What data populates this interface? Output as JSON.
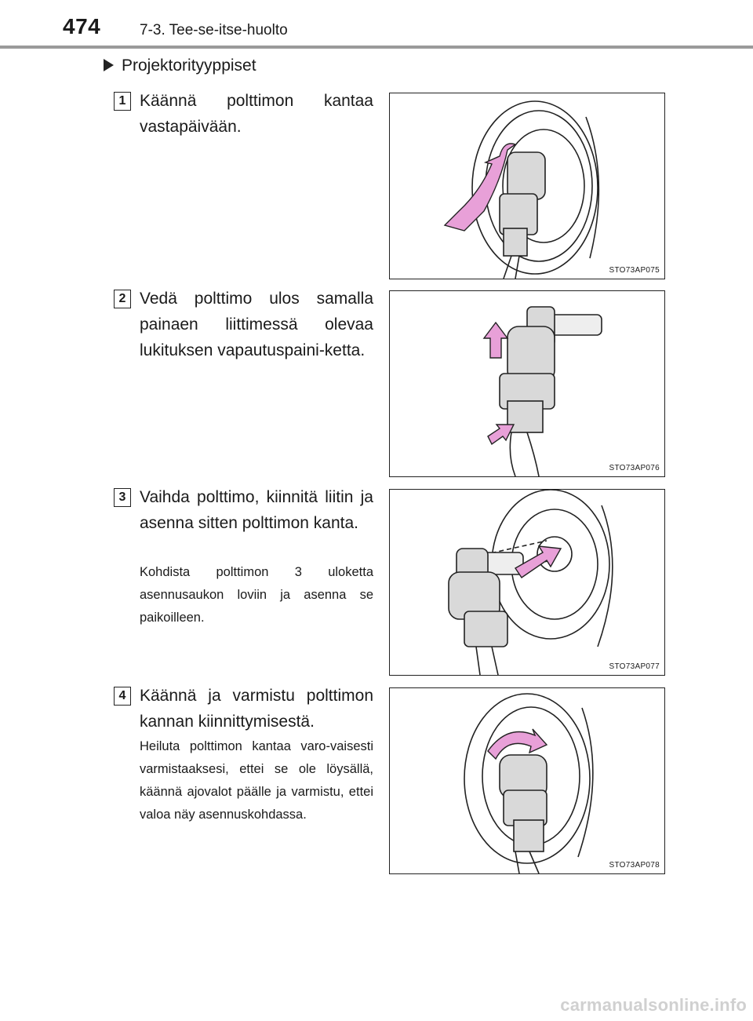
{
  "header": {
    "page_number": "474",
    "section": "7-3. Tee-se-itse-huolto"
  },
  "subheading": "Projektorityyppiset",
  "steps": [
    {
      "number": "1",
      "text": "Käännä polttimon kantaa vastapäivään.",
      "note": "",
      "figure_code": "STO73AP075"
    },
    {
      "number": "2",
      "text": "Vedä polttimo ulos samalla painaen liittimessä olevaa lukituksen vapautuspaini-ketta.",
      "note": "",
      "figure_code": "STO73AP076"
    },
    {
      "number": "3",
      "text": "Vaihda polttimo, kiinnitä liitin ja asenna sitten polttimon kanta.",
      "note": "Kohdista polttimon 3 uloketta asennusaukon loviin ja asenna se paikoilleen.",
      "figure_code": "STO73AP077"
    },
    {
      "number": "4",
      "text": "Käännä ja varmistu polttimon kannan kiinnittymisestä.",
      "note": "Heiluta polttimon kantaa varo-vaisesti varmistaaksesi, ettei se ole löysällä, käännä ajovalot päälle ja varmistu, ettei valoa näy asennuskohdassa.",
      "figure_code": "STO73AP078"
    }
  ],
  "watermark": "carmanualsonline.info",
  "colors": {
    "arrow": "#e8a0d8",
    "part": "#d9d9d9",
    "rule": "#9a9a9a"
  }
}
